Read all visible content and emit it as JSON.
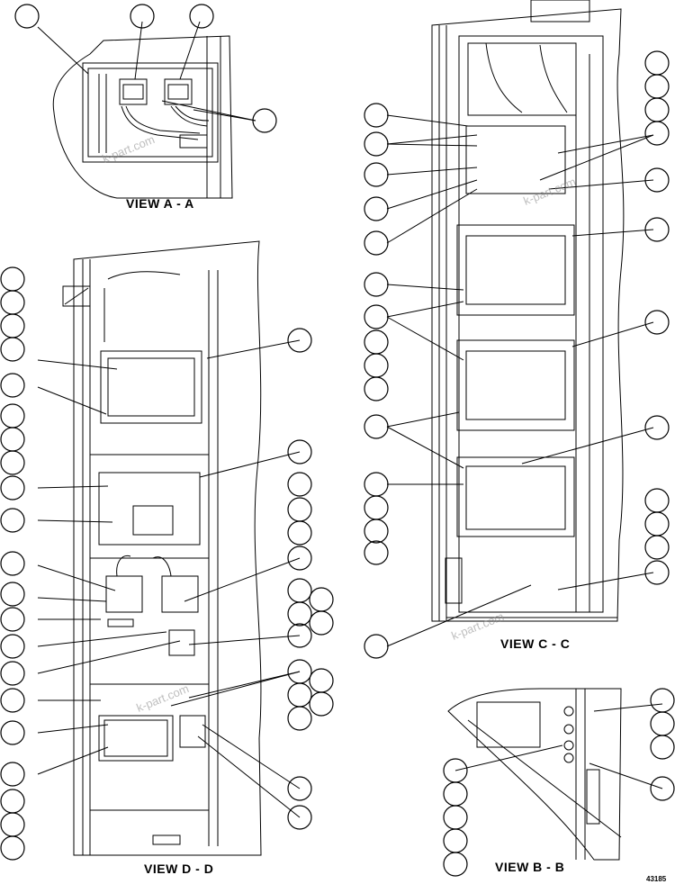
{
  "labels": {
    "view_a": "VIEW A - A",
    "view_b": "VIEW B - B",
    "view_c": "VIEW C - C",
    "view_d": "VIEW D - D"
  },
  "part_number": "43185",
  "watermark": "k-part.com",
  "colors": {
    "line": "#000000",
    "background": "#ffffff",
    "watermark": "#8a8a8a"
  }
}
